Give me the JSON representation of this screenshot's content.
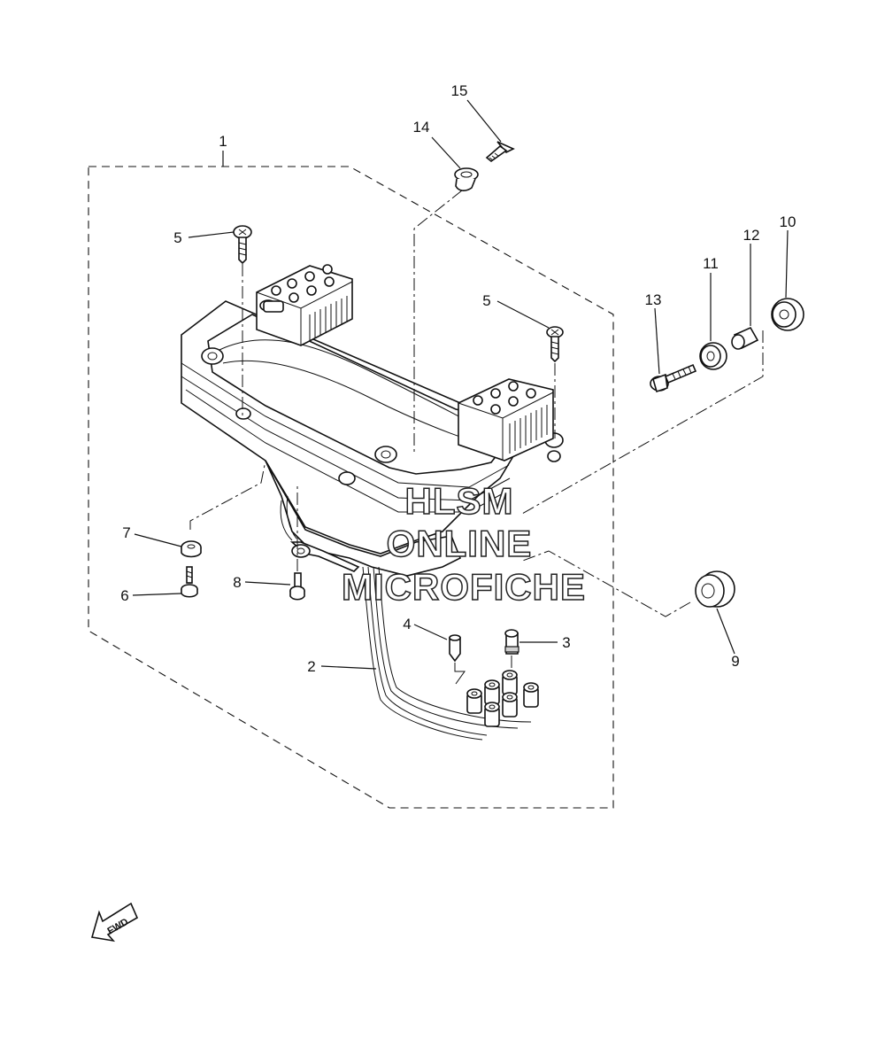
{
  "callouts": {
    "p1": "1",
    "p2": "2",
    "p3": "3",
    "p4": "4",
    "p5a": "5",
    "p5b": "5",
    "p6": "6",
    "p7": "7",
    "p8": "8",
    "p9": "9",
    "p10": "10",
    "p11": "11",
    "p12": "12",
    "p13": "13",
    "p14": "14",
    "p15": "15"
  },
  "watermark": {
    "line1": "HLSM",
    "line2": "ONLINE",
    "line3": "MICROFICHE"
  },
  "direction_arrow": {
    "label": "FWD",
    "icon": "fwd-arrow-icon"
  }
}
